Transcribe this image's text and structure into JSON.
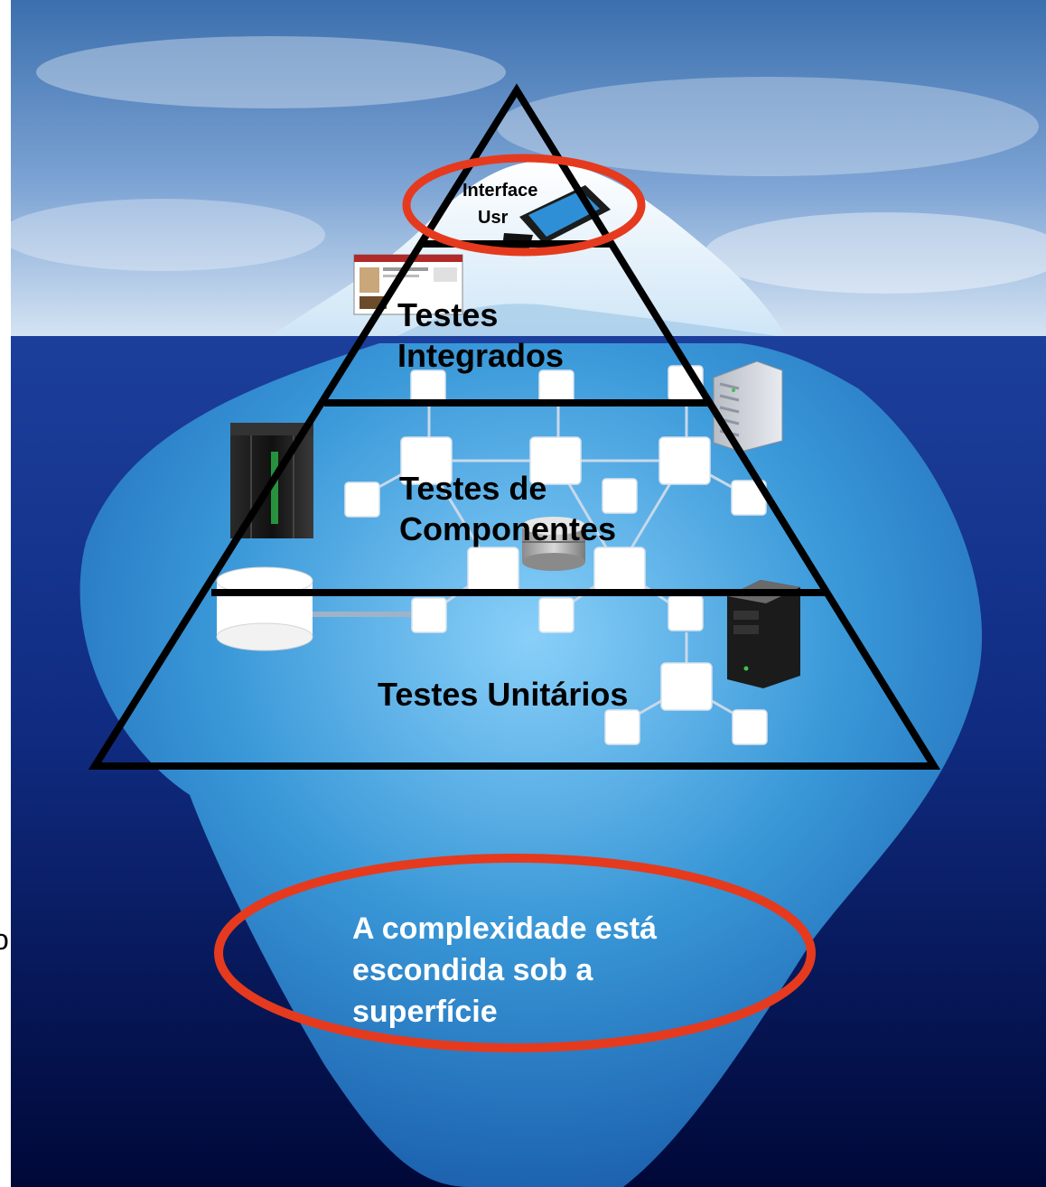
{
  "layers": [
    {
      "id": "interface",
      "lines": [
        "Interface",
        "Usr"
      ]
    },
    {
      "id": "integrados",
      "lines": [
        "Testes",
        "Integrados"
      ]
    },
    {
      "id": "componentes",
      "lines": [
        "Testes de",
        "Componentes"
      ]
    },
    {
      "id": "unitarios",
      "lines": [
        "Testes Unitários"
      ]
    }
  ],
  "note": {
    "lines": [
      "A complexidade está",
      "escondida sob a",
      "superfície"
    ]
  },
  "edge_glyph": "o",
  "colors": {
    "sky_top": "#3b6fae",
    "sky_bottom": "#cfe0f2",
    "sea_top": "#1a3f9a",
    "sea_bottom": "#000a4a",
    "ice": "#eaf4ff",
    "ice_under": "#3aa8e8",
    "outline": "#000000",
    "highlight": "#e53a1e"
  }
}
